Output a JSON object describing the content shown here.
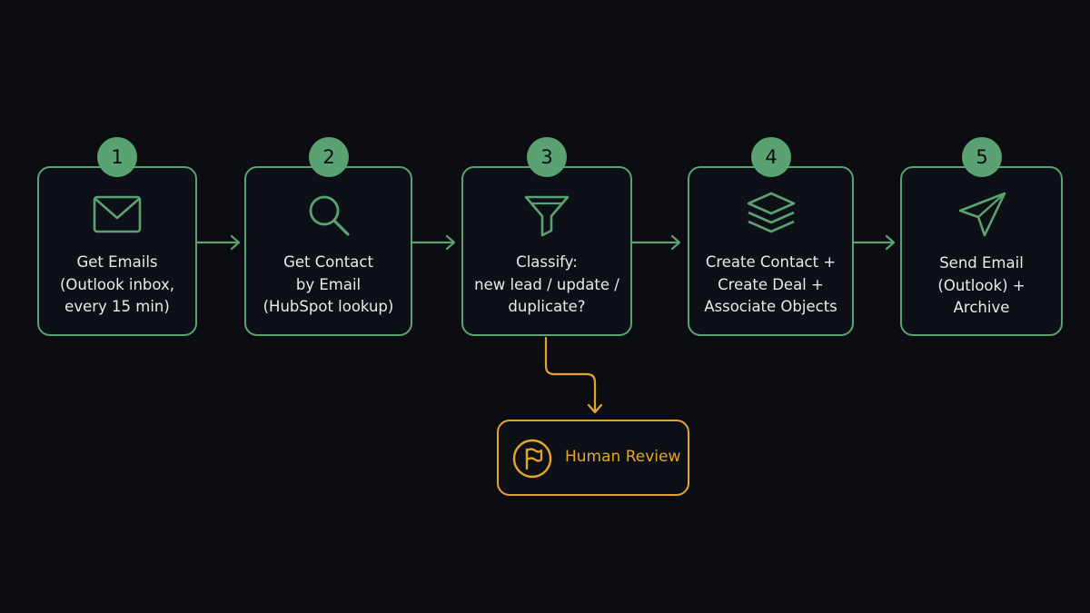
{
  "colors": {
    "background": "#0b0d12",
    "step_accent": "#5aa271",
    "review_accent": "#e3a52c",
    "label_text": "#e9ece9"
  },
  "steps": [
    {
      "number": "1",
      "icon": "mail-icon",
      "lines": [
        "Get Emails",
        "(Outlook inbox,",
        "every 15 min)"
      ]
    },
    {
      "number": "2",
      "icon": "search-icon",
      "lines": [
        "Get Contact",
        "by Email",
        "(HubSpot lookup)"
      ]
    },
    {
      "number": "3",
      "icon": "funnel-icon",
      "lines": [
        "Classify:",
        "new lead / update /",
        "duplicate?"
      ]
    },
    {
      "number": "4",
      "icon": "layers-icon",
      "lines": [
        "Create Contact +",
        "Create Deal +",
        "Associate Objects"
      ]
    },
    {
      "number": "5",
      "icon": "send-icon",
      "lines": [
        "Send Email",
        "(Outlook) +",
        "Archive"
      ]
    }
  ],
  "review": {
    "icon": "flag-icon",
    "label": "Human Review"
  }
}
